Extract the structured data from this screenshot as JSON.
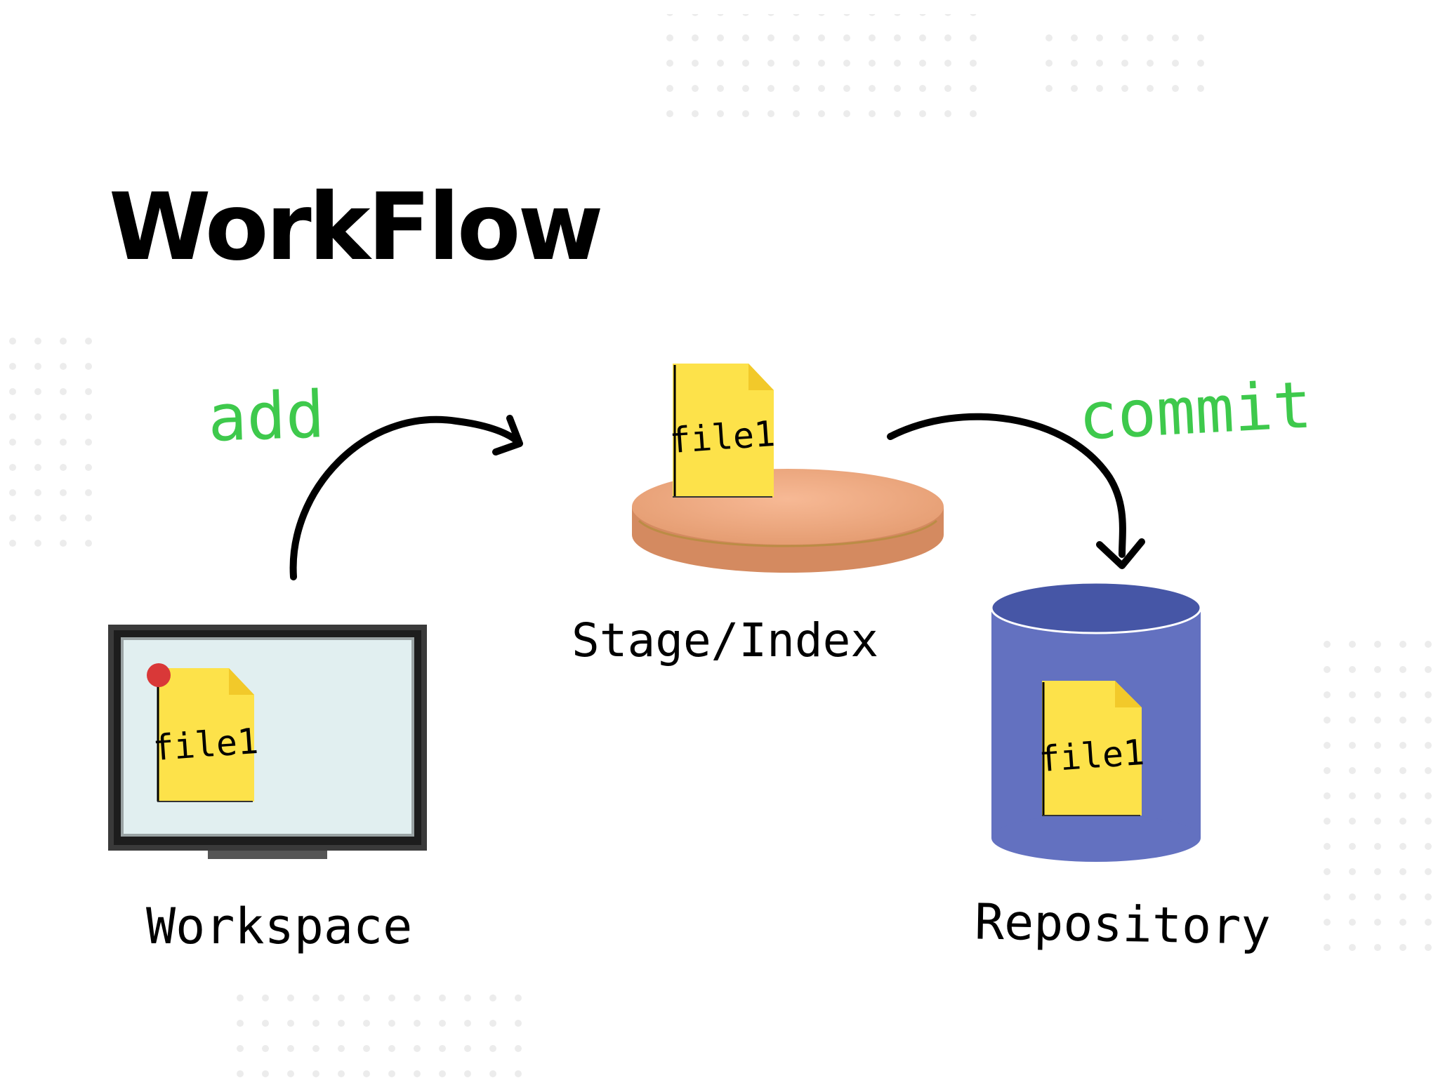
{
  "title": "WorkFlow",
  "steps": {
    "workspace": {
      "label": "Workspace",
      "file": "file1"
    },
    "stage": {
      "label": "Stage/Index",
      "file": "file1"
    },
    "repository": {
      "label": "Repository",
      "file": "file1"
    }
  },
  "actions": {
    "add": "add",
    "commit": "commit"
  },
  "colors": {
    "action_text": "#3ec94c",
    "sticky_note": "#fde24a",
    "pin": "#d93838",
    "platform": "#eea57a",
    "cylinder_body": "#6371c0",
    "cylinder_top": "#4656a6",
    "screen": "#e1eff0"
  }
}
